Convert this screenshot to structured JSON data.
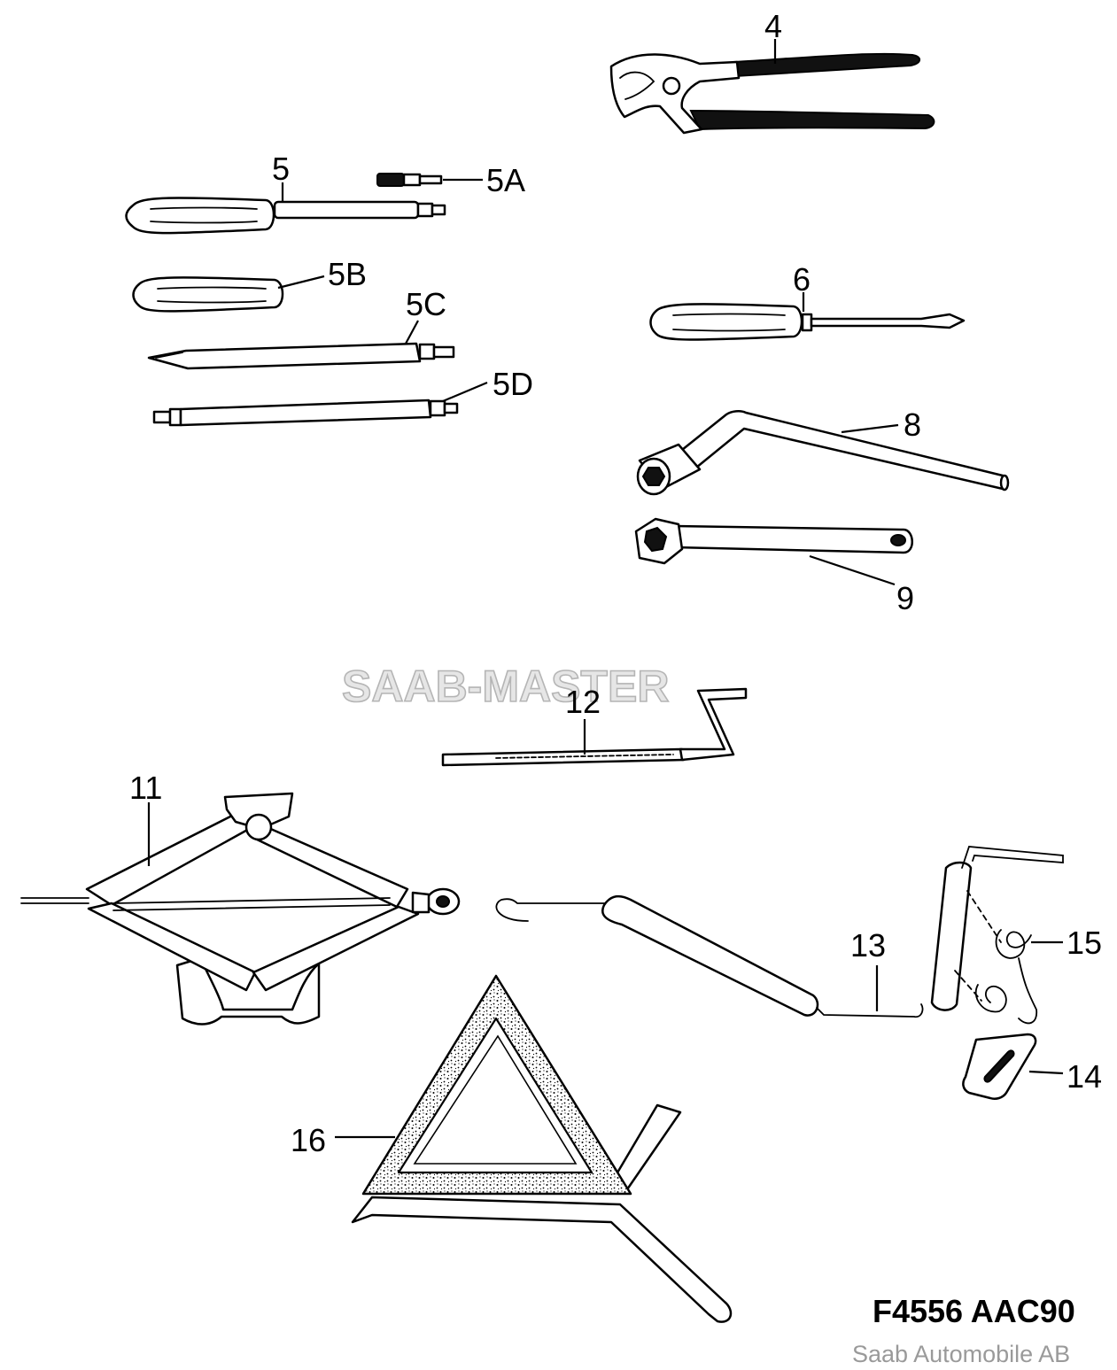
{
  "watermark": "SAAB-MASTER",
  "reference_code": "F4556 AAC90",
  "copyright": "Saab Automobile AB",
  "callouts": {
    "c4": "4",
    "c5": "5",
    "c5a": "5A",
    "c5b": "5B",
    "c5c": "5C",
    "c5d": "5D",
    "c6": "6",
    "c8": "8",
    "c9": "9",
    "c11": "11",
    "c12": "12",
    "c13": "13",
    "c14": "14",
    "c15": "15",
    "c16": "16"
  }
}
